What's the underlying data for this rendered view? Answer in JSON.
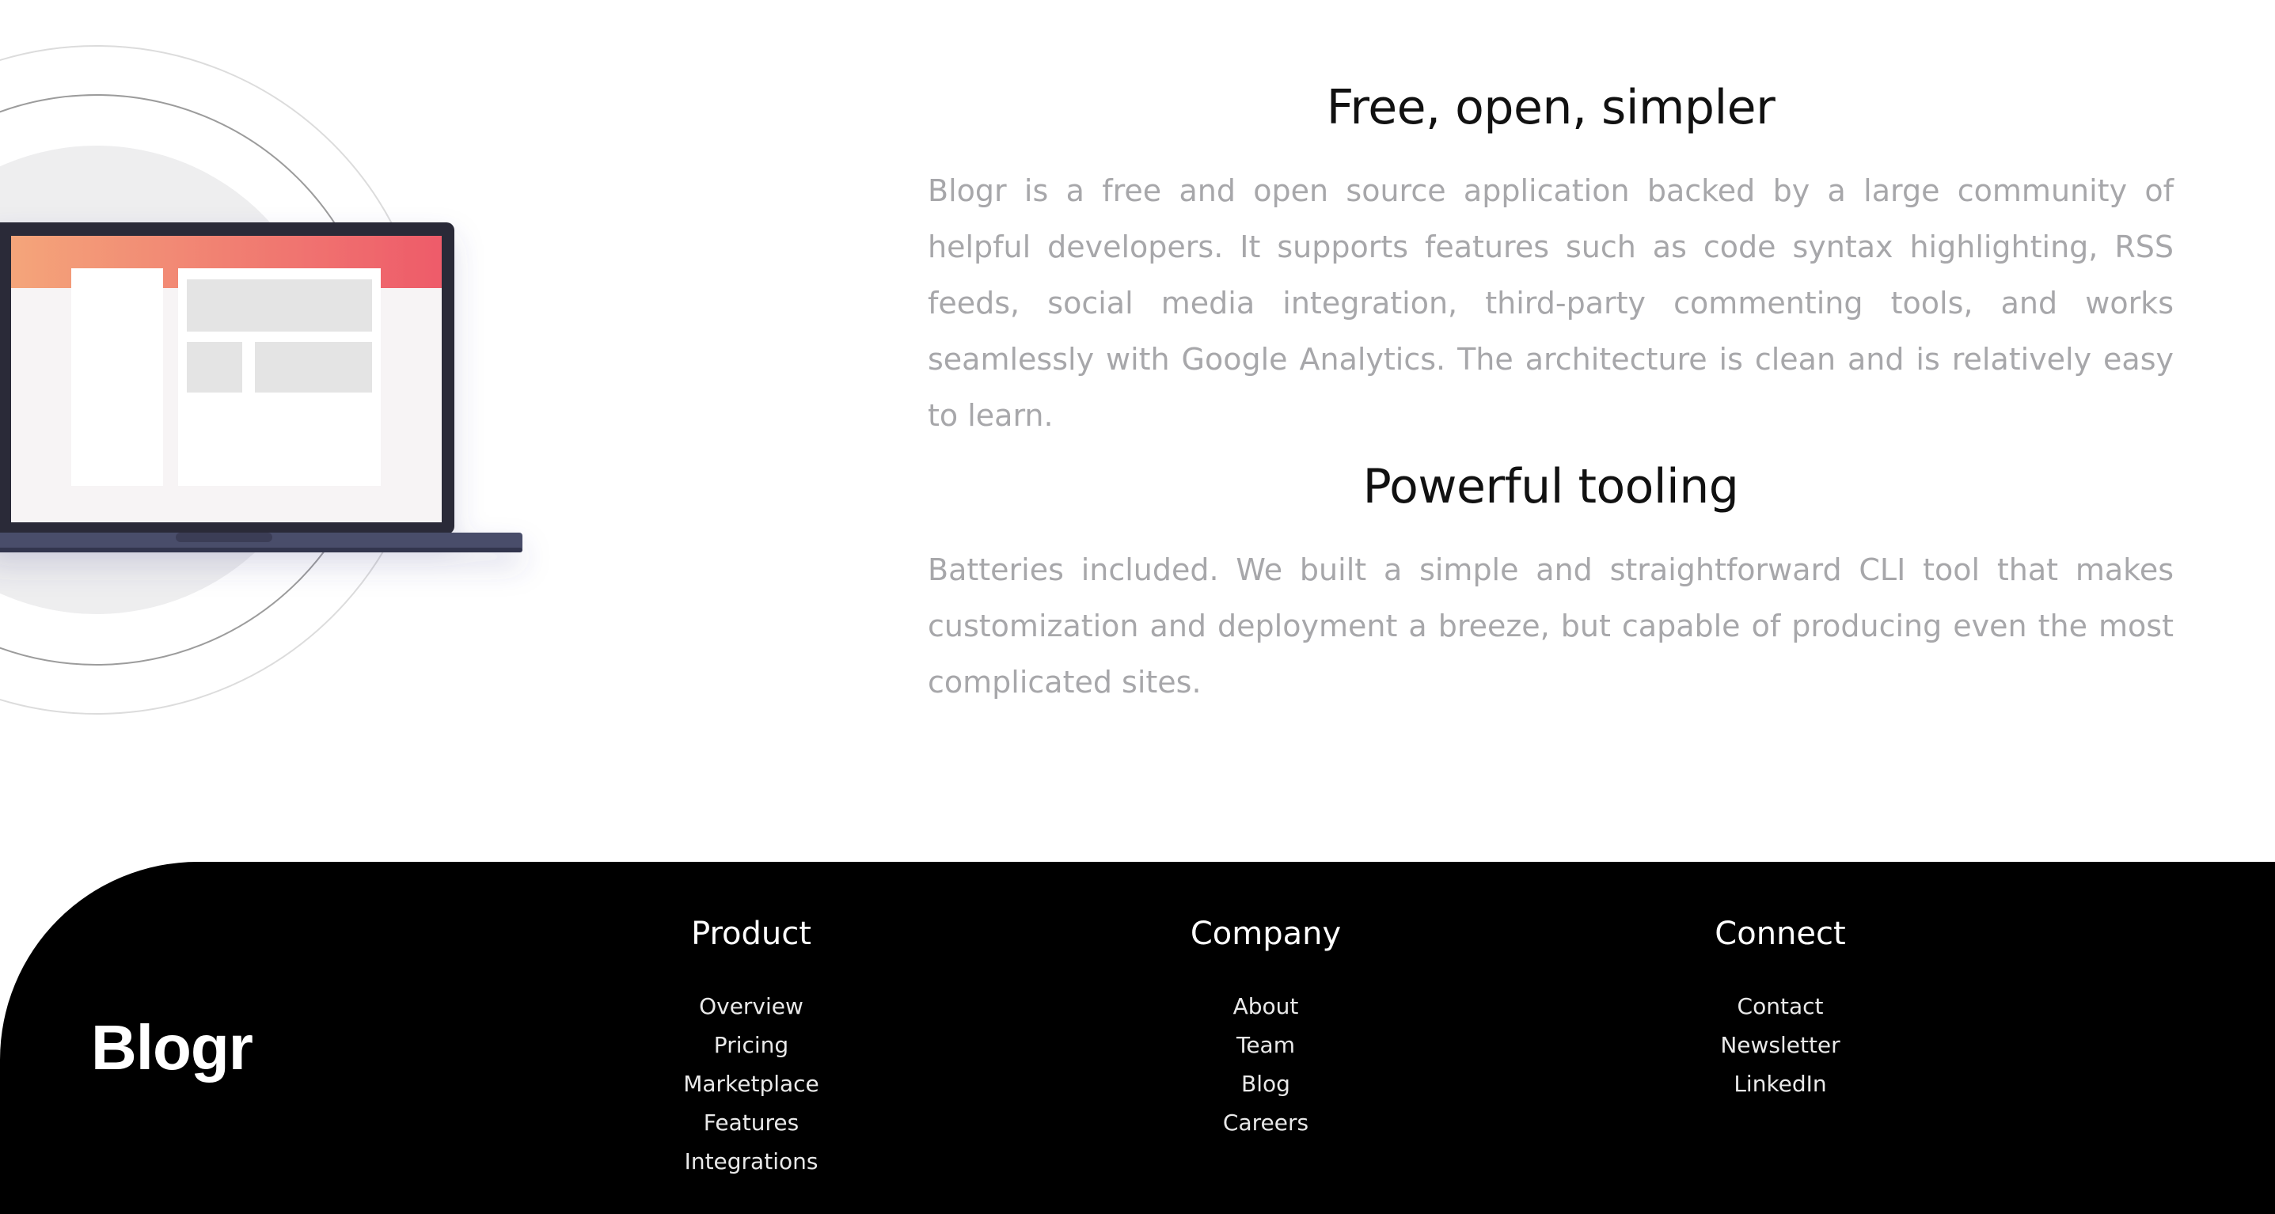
{
  "features": [
    {
      "title": "Free, open, simpler",
      "text": "Blogr is a free and open source application backed by a large community of helpful developers. It supports features such as code syntax highlighting, RSS feeds, social media integration, third-party commenting tools, and works seamlessly with Google Analytics. The architecture is clean and is relatively easy to learn."
    },
    {
      "title": "Powerful tooling",
      "text": "Batteries included. We built a simple and straightforward CLI tool that makes customization and deployment a breeze, but capable of producing even the most complicated sites."
    }
  ],
  "footer": {
    "logo": "Blogr",
    "columns": [
      {
        "title": "Product",
        "links": [
          "Overview",
          "Pricing",
          "Marketplace",
          "Features",
          "Integrations"
        ]
      },
      {
        "title": "Company",
        "links": [
          "About",
          "Team",
          "Blog",
          "Careers"
        ]
      },
      {
        "title": "Connect",
        "links": [
          "Contact",
          "Newsletter",
          "LinkedIn"
        ]
      }
    ]
  },
  "colors": {
    "footer_background": "#000000",
    "heading": "#111111",
    "body_text": "#a7a7aa",
    "gradient_start": "#f4a57a",
    "gradient_end": "#ee5b6a",
    "laptop_frame": "#2b2c38",
    "laptop_base": "#4a4d6b"
  }
}
